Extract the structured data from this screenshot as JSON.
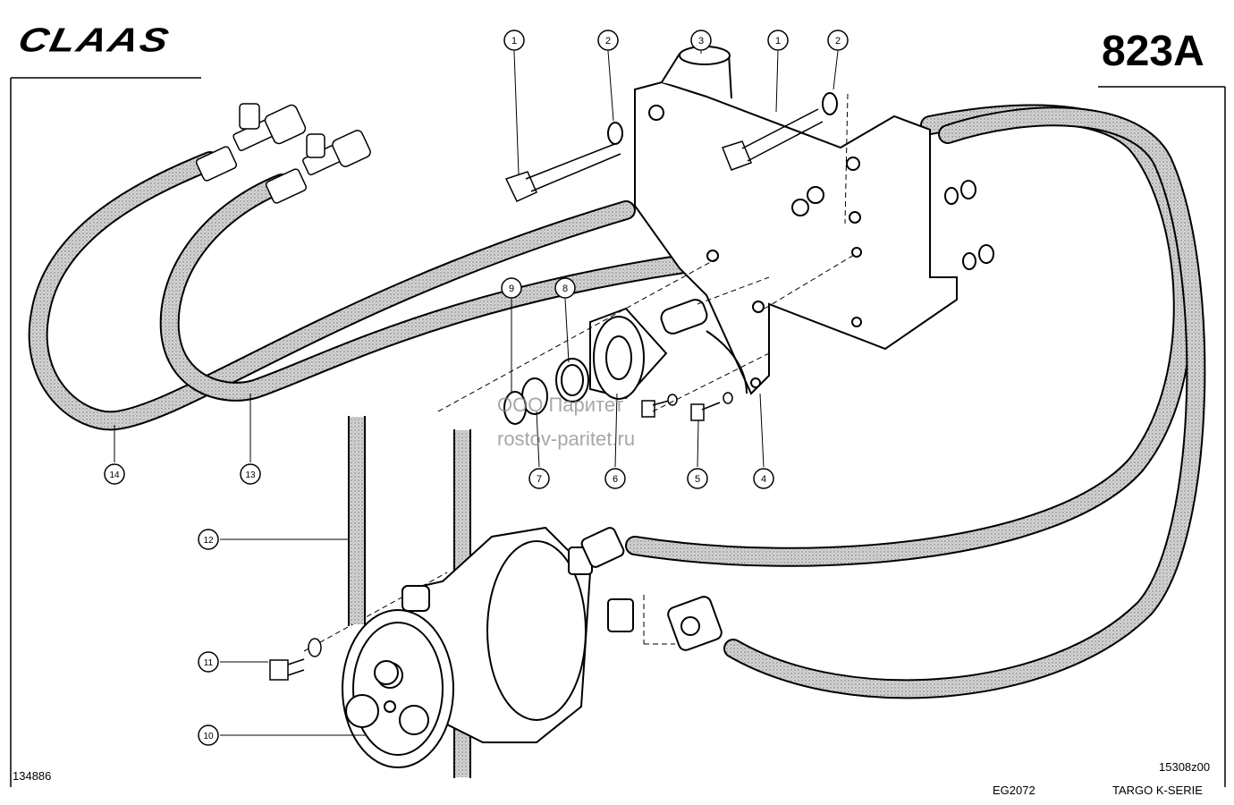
{
  "header": {
    "brand": "CLAAS",
    "page_code": "823A"
  },
  "footer": {
    "left_code": "134886",
    "drawing_ref": "15308z00",
    "group_code": "EG2072",
    "model": "TARGO K-SERIE"
  },
  "watermark": {
    "line1": "ООО Паритет",
    "line2": "rostov-paritet.ru"
  },
  "callouts": [
    "1",
    "2",
    "3",
    "1",
    "2",
    "9",
    "8",
    "7",
    "6",
    "5",
    "4",
    "14",
    "13",
    "12",
    "11",
    "10"
  ],
  "colors": {
    "ink": "#000000",
    "hose_fill": "#c8c8c8",
    "watermark": "#8a8a8a"
  }
}
